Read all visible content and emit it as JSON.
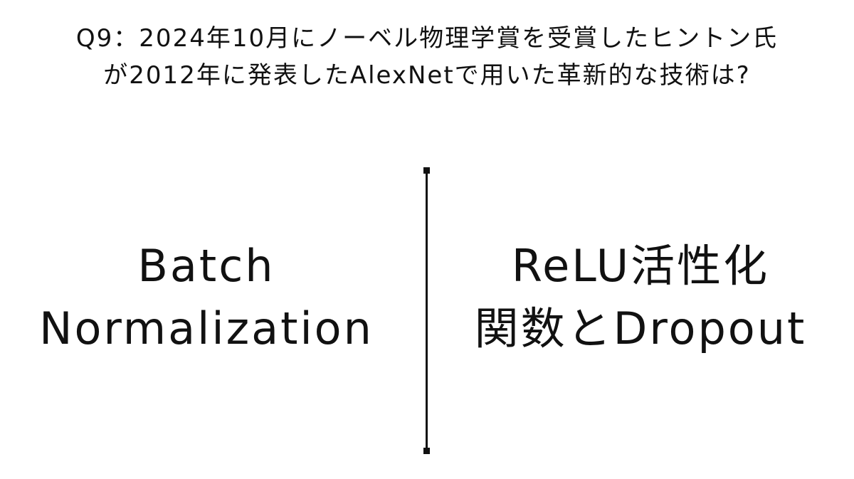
{
  "question": {
    "line1": "Q9：2024年10月にノーベル物理学賞を受賞したヒントン氏",
    "line2": "が2012年に発表したAlexNetで用いた革新的な技術は?"
  },
  "options": {
    "left": {
      "line1": "Batch",
      "line2": "Normalization"
    },
    "right": {
      "line1": "ReLU活性化",
      "line2": "関数とDropout"
    }
  }
}
